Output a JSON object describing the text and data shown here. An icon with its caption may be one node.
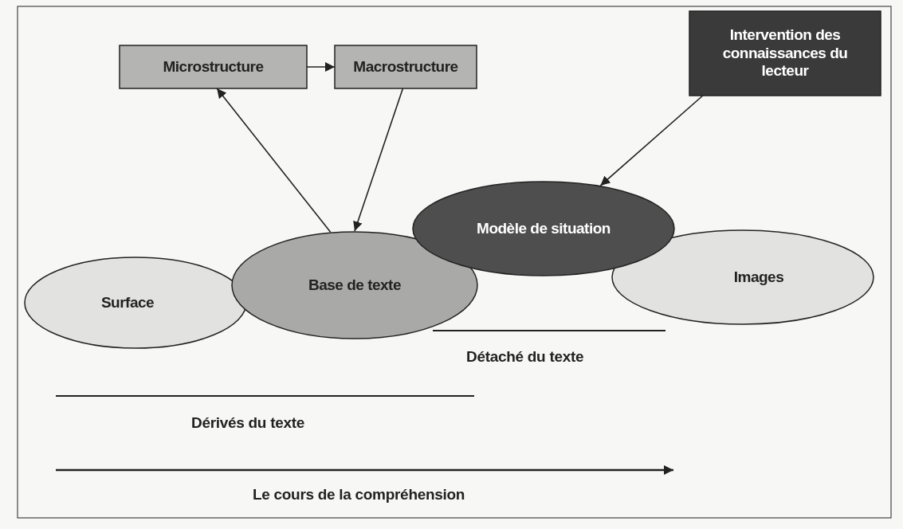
{
  "diagram": {
    "nodes": [
      {
        "text": [
          "Microstructure"
        ]
      },
      {
        "text": [
          "Macrostructure"
        ]
      },
      {
        "text": [
          "Intervention des connaissances du lecteur"
        ]
      },
      {
        "text": [
          "Modèle de situation"
        ]
      },
      {
        "text": [
          "Base de texte"
        ]
      },
      {
        "text": [
          "Surface"
        ]
      },
      {
        "text": [
          "Images"
        ]
      }
    ],
    "edges": [
      {
        "from": 0,
        "to": 1,
        "arrow": "to"
      },
      {
        "from": 4,
        "to": 0,
        "arrow": "to"
      },
      {
        "from": 1,
        "to": 4,
        "arrow": "to"
      },
      {
        "from": 2,
        "to": 3,
        "arrow": "to"
      }
    ],
    "labels": [
      "Détaché du texte",
      "Dérivés du texte",
      "Le cours de la compréhension"
    ]
  }
}
